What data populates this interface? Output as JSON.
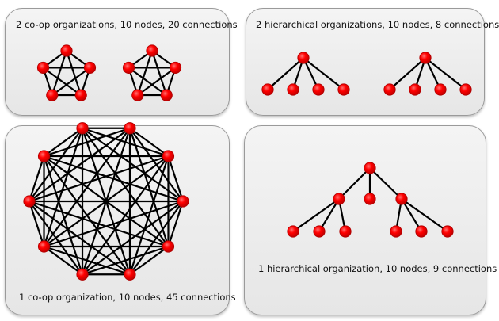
{
  "captions": {
    "top_left": "2 co-op organizations, 10 nodes, 20 connections",
    "top_right": "2 hierarchical organizations, 10 nodes, 8 connections",
    "bottom_left": "1 co-op organization, 10 nodes, 45 connections",
    "bottom_right": "1 hierarchical organization, 10 nodes, 9 connections"
  },
  "colors": {
    "node_fill": "#ff0000",
    "node_stroke": "#b00000",
    "edge": "#000000"
  },
  "networks": [
    {
      "id": "coop-5-a",
      "type": "complete",
      "nodes": 5
    },
    {
      "id": "coop-5-b",
      "type": "complete",
      "nodes": 5
    },
    {
      "id": "hier-4-a",
      "type": "star",
      "nodes": 5
    },
    {
      "id": "hier-4-b",
      "type": "star",
      "nodes": 5
    },
    {
      "id": "coop-10",
      "type": "complete",
      "nodes": 10
    },
    {
      "id": "hier-10",
      "type": "tree",
      "nodes": 10
    }
  ]
}
